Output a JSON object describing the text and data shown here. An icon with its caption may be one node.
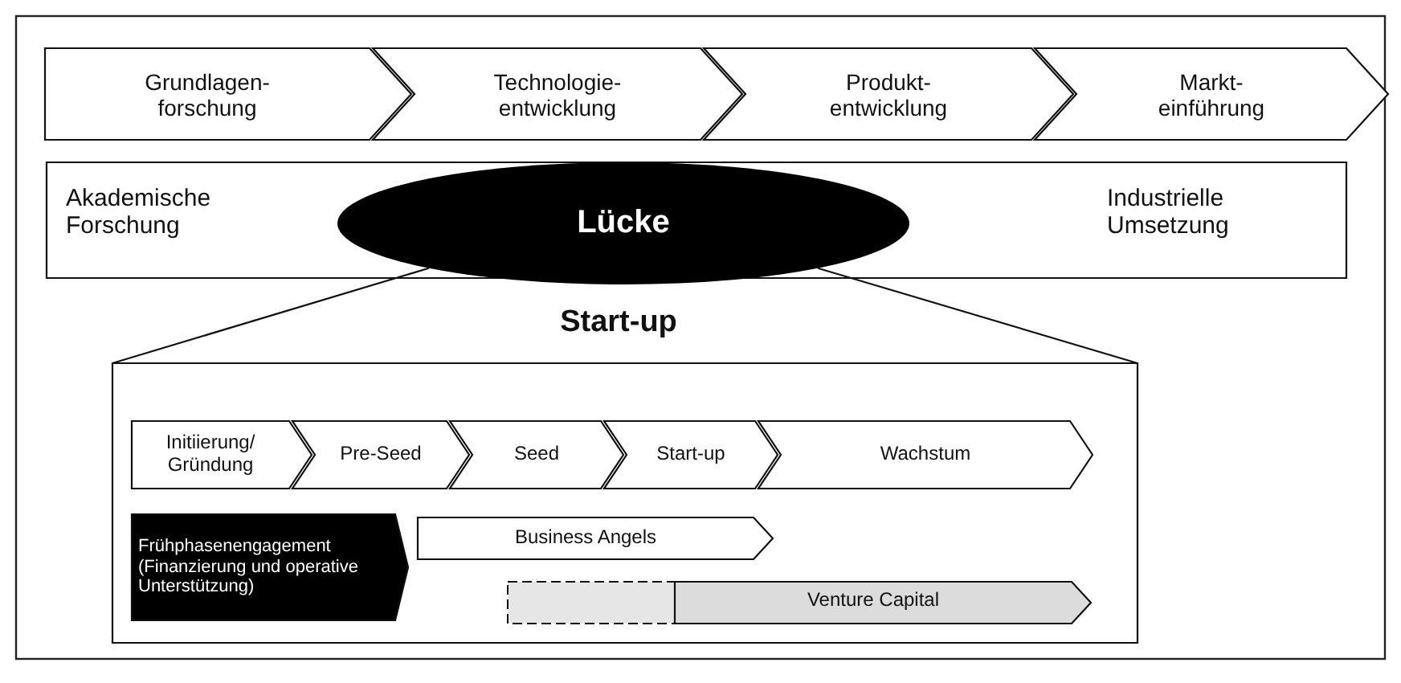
{
  "diagram": {
    "nodes": [
      {
        "text": [
          "Grundlagen- forschung"
        ]
      },
      {
        "text": [
          "Technologie- entwicklung"
        ]
      },
      {
        "text": [
          "Produkt- entwicklung"
        ]
      },
      {
        "text": [
          "Markt- einführung"
        ]
      },
      {
        "text": [
          "Akademische Forschung",
          "Industrielle Umsetzung"
        ]
      },
      {
        "text": [
          "Lücke"
        ],
        "in": 4
      },
      {
        "text": [
          "Start-up"
        ]
      },
      {
        "text": [
          "Initiierung/ Gründung"
        ],
        "in": 6
      },
      {
        "text": [
          "Pre-Seed"
        ],
        "in": 6
      },
      {
        "text": [
          "Seed"
        ],
        "in": 6
      },
      {
        "text": [
          "Start-up"
        ],
        "in": 6
      },
      {
        "text": [
          "Wachstum"
        ],
        "in": 6
      },
      {
        "text": [
          "Frühphasenengagement (Finanzierung und operative Unterstützung)"
        ],
        "in": 6
      },
      {
        "text": [
          "Business Angels"
        ],
        "in": 6
      },
      {
        "text": [
          "Venture Capital"
        ],
        "in": 6
      }
    ],
    "edges": [
      {
        "from": 5,
        "to": 6,
        "arrow": "none"
      },
      {
        "from": 5,
        "to": 6,
        "arrow": "none"
      }
    ]
  }
}
